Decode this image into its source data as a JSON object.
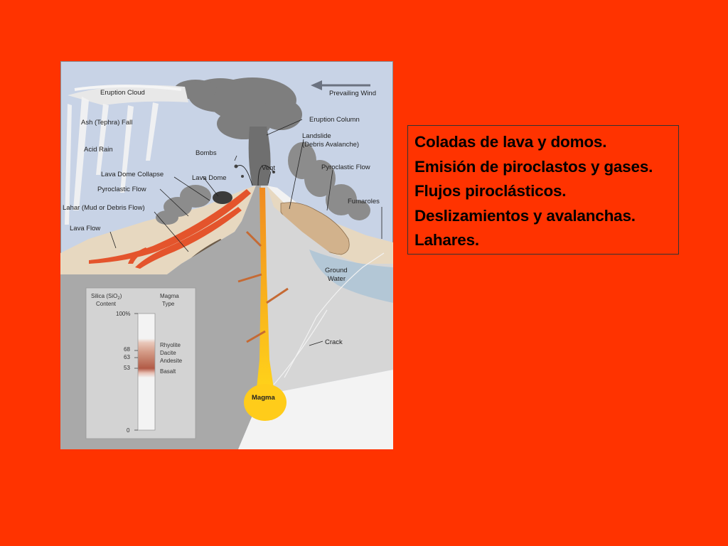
{
  "diagram": {
    "labels": {
      "eruption_cloud": "Eruption Cloud",
      "prevailing_wind": "Prevailing Wind",
      "ash_fall": "Ash (Tephra) Fall",
      "eruption_column": "Eruption Column",
      "acid_rain": "Acid Rain",
      "bombs": "Bombs",
      "landslide_1": "Landslide",
      "landslide_2": "(Debris Avalanche)",
      "lava_dome_collapse": "Lava Dome Collapse",
      "lava_dome": "Lava Dome",
      "vent": "Vent",
      "pyroclastic_flow_left": "Pyroclastic Flow",
      "pyroclastic_flow_right": "Pyroclastic Flow",
      "lahar": "Lahar (Mud or Debris Flow)",
      "fumaroles": "Fumaroles",
      "lava_flow": "Lava Flow",
      "ground_water_1": "Ground",
      "ground_water_2": "Water",
      "crack": "Crack",
      "magma": "Magma"
    },
    "silica_chart": {
      "heading_left_1": "Silica (SiO",
      "heading_left_sub": "2",
      "heading_left_2": ")",
      "heading_left_3": "Content",
      "heading_right_1": "Magma",
      "heading_right_2": "Type",
      "tick_100": "100%",
      "tick_68": "68",
      "tick_63": "63",
      "tick_53": "53",
      "tick_0": "0",
      "type_rhyolite": "Rhyolite",
      "type_dacite": "Dacite",
      "type_andesite": "Andesite",
      "type_basalt": "Basalt"
    }
  },
  "textbox": {
    "items": [
      "Coladas de lava y domos.",
      "Emisión de piroclastos y gases.",
      "Flujos piroclásticos.",
      "Deslizamientos y avalanchas.",
      "Lahares."
    ]
  }
}
